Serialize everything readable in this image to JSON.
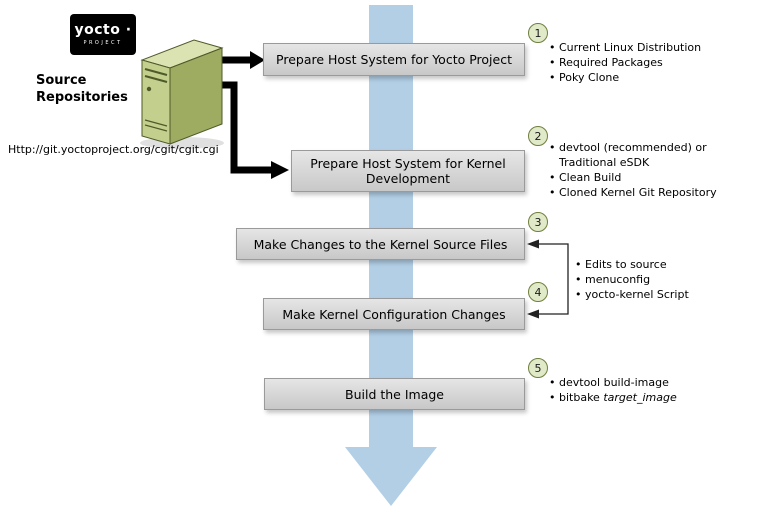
{
  "logo": {
    "title": "yocto ·",
    "subtitle": "PROJECT"
  },
  "source": {
    "label": "Source Repositories",
    "url": "Http://git.yoctoproject.org/cgit/cgit.cgi"
  },
  "steps": [
    {
      "number": "1",
      "label": "Prepare Host System for Yocto Project"
    },
    {
      "number": "2",
      "label": "Prepare Host System for Kernel Development"
    },
    {
      "number": "3",
      "label": "Make Changes to the Kernel Source Files"
    },
    {
      "number": "4",
      "label": "Make Kernel Configuration Changes"
    },
    {
      "number": "5",
      "label": "Build the Image"
    }
  ],
  "bullets": {
    "step1": [
      "Current Linux Distribution",
      "Required Packages",
      "Poky Clone"
    ],
    "step2": [
      "devtool (recommended) or Traditional eSDK",
      "Clean Build",
      "Cloned Kernel Git Repository"
    ],
    "steps3and4": [
      "Edits to source",
      "menuconfig",
      "yocto-kernel Script"
    ],
    "step5": [
      {
        "text": "devtool build-image",
        "italic": ""
      },
      {
        "text": "bitbake ",
        "italic": "target_image"
      }
    ]
  },
  "colors": {
    "flow_arrow": "#b2cfe6",
    "connector_black": "#000000",
    "box_border": "#9a9a9a",
    "badge_fill": "#e0e9c8",
    "badge_border": "#6f7f3f",
    "server_front": "#c3cf8d",
    "server_side": "#9dac61",
    "server_top": "#dce3b2"
  }
}
